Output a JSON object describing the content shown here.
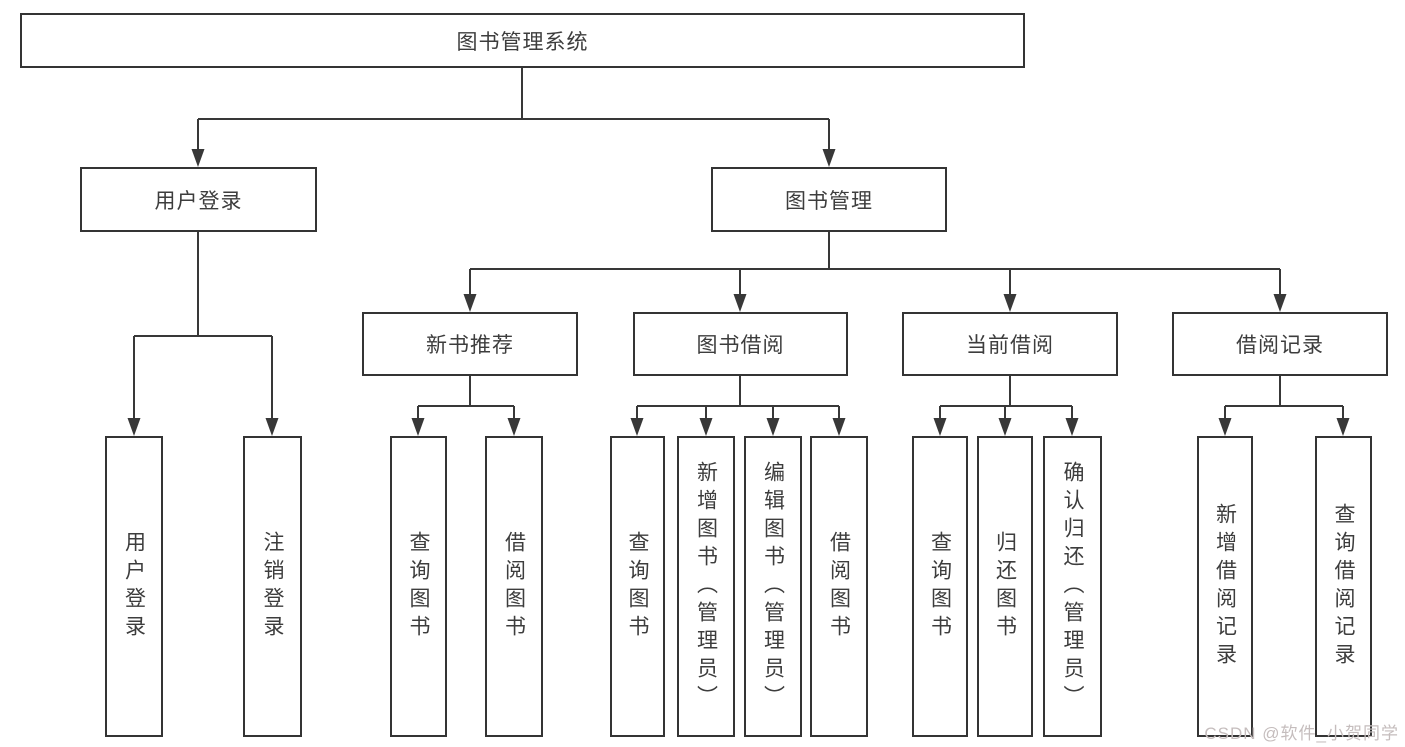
{
  "nodes": {
    "root": "图书管理系统",
    "user_login": "用户登录",
    "book_management": "图书管理",
    "new_book_recommend": "新书推荐",
    "book_borrowing": "图书借阅",
    "current_borrowing": "当前借阅",
    "borrowing_records": "借阅记录",
    "leaf_user_login": "用户登录",
    "leaf_logout": "注销登录",
    "leaf_rec_query_books": "查询图书",
    "leaf_rec_borrow_books": "借阅图书",
    "leaf_bb_query_books": "查询图书",
    "leaf_bb_add_books": "新增图书（管理员）",
    "leaf_bb_edit_books": "编辑图书（管理员）",
    "leaf_bb_borrow_books": "借阅图书",
    "leaf_cb_query_books": "查询图书",
    "leaf_cb_return_books": "归还图书",
    "leaf_cb_confirm_return": "确认归还（管理员）",
    "leaf_br_add_record": "新增借阅记录",
    "leaf_br_query_record": "查询借阅记录"
  },
  "watermark": {
    "text": "CSDN @软件_小贺同学"
  },
  "colors": {
    "line": "#383838",
    "border": "#343434",
    "text": "#3d3d3d",
    "watermark": "#c5bdbd"
  }
}
